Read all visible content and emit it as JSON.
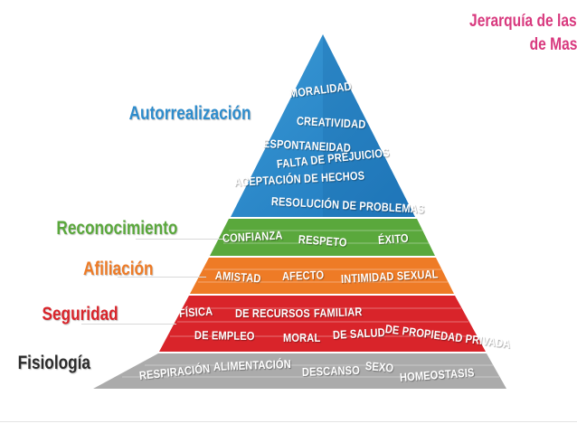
{
  "title": {
    "line1": "Jerarquía de las",
    "line2": "de Mas"
  },
  "colors": {
    "title": "#d8397e",
    "autorrealizacion": "#2e8ccc",
    "reconocimiento": "#5aa83c",
    "afiliacion": "#ee7b26",
    "seguridad": "#d9242a",
    "fisiologia": "#a8a8a8",
    "fisiologia_label": "#2b2b2b"
  },
  "levels": [
    {
      "key": "autorrealizacion",
      "label": "Autorrealización",
      "terms": [
        "MORALIDAD",
        "CREATIVIDAD",
        "ESPONTANEIDAD",
        "FALTA DE PREJUICIOS",
        "ACEPTACIÓN DE HECHOS",
        "RESOLUCIÓN DE PROBLEMAS"
      ]
    },
    {
      "key": "reconocimiento",
      "label": "Reconocimiento",
      "terms": [
        "CONFIANZA",
        "RESPETO",
        "ÉXITO"
      ]
    },
    {
      "key": "afiliacion",
      "label": "Afiliación",
      "terms": [
        "AMISTAD",
        "AFECTO",
        "INTIMIDAD SEXUAL"
      ]
    },
    {
      "key": "seguridad",
      "label": "Seguridad",
      "terms": [
        "FÍSICA",
        "DE RECURSOS",
        "FAMILIAR",
        "DE PROPIEDAD PRIVADA",
        "DE EMPLEO",
        "MORAL",
        "DE SALUD"
      ]
    },
    {
      "key": "fisiologia",
      "label": "Fisiología",
      "terms": [
        "RESPIRACIÓN",
        "ALIMENTACIÓN",
        "DESCANSO",
        "SEXO",
        "HOMEOSTASIS"
      ]
    }
  ]
}
